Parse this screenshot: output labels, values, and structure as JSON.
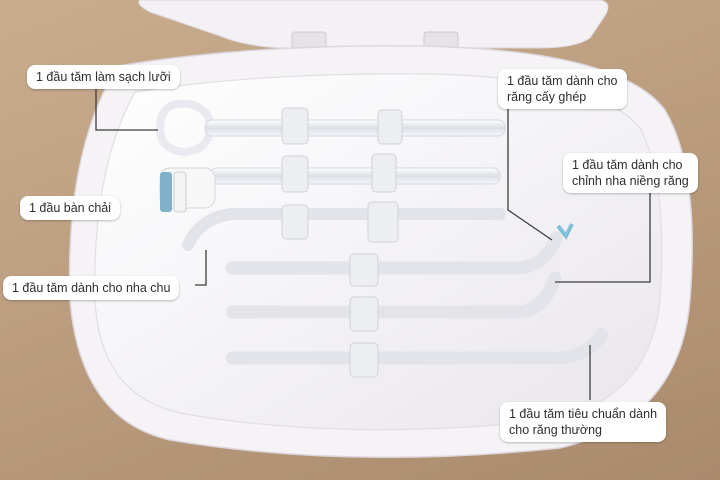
{
  "labels": {
    "tongue_cleaner": "1 đầu tăm làm sạch lưỡi",
    "implant_line1": "1 đầu tăm dành cho",
    "implant_line2": "răng cấy ghép",
    "orthodontic_line1": "1 đầu tăm dành cho",
    "orthodontic_line2": "chỉnh nha niềng răng",
    "brush_head": "1 đầu bàn chải",
    "periodontal": "1 đầu tăm dành cho nha chu",
    "standard_line1": "1 đầu tăm tiêu chuẩn dành",
    "standard_line2": "cho răng thường"
  },
  "colors": {
    "background": "#bfa082",
    "case": "#f4f2f4",
    "callout": "#ffffff"
  }
}
